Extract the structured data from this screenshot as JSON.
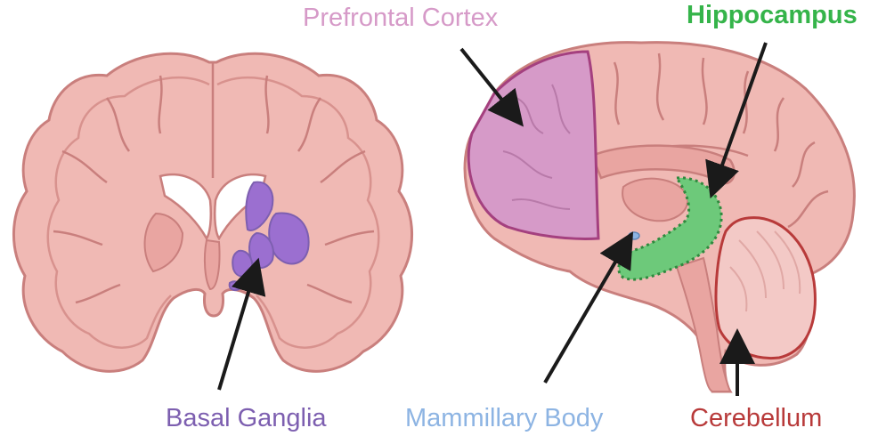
{
  "labels": {
    "prefrontal_cortex": "Prefrontal Cortex",
    "hippocampus": "Hippocampus",
    "basal_ganglia": "Basal Ganglia",
    "mammillary_body": "Mammillary Body",
    "cerebellum": "Cerebellum"
  },
  "colors": {
    "prefrontal_cortex": "#d69ac8",
    "hippocampus": "#35b44a",
    "basal_ganglia": "#7d5fb0",
    "mammillary_body": "#8db4e3",
    "cerebellum": "#b83a3a",
    "brain_fill": "#f0b9b4",
    "brain_outline": "#c97f7d",
    "arrow": "#1a1a1a"
  }
}
